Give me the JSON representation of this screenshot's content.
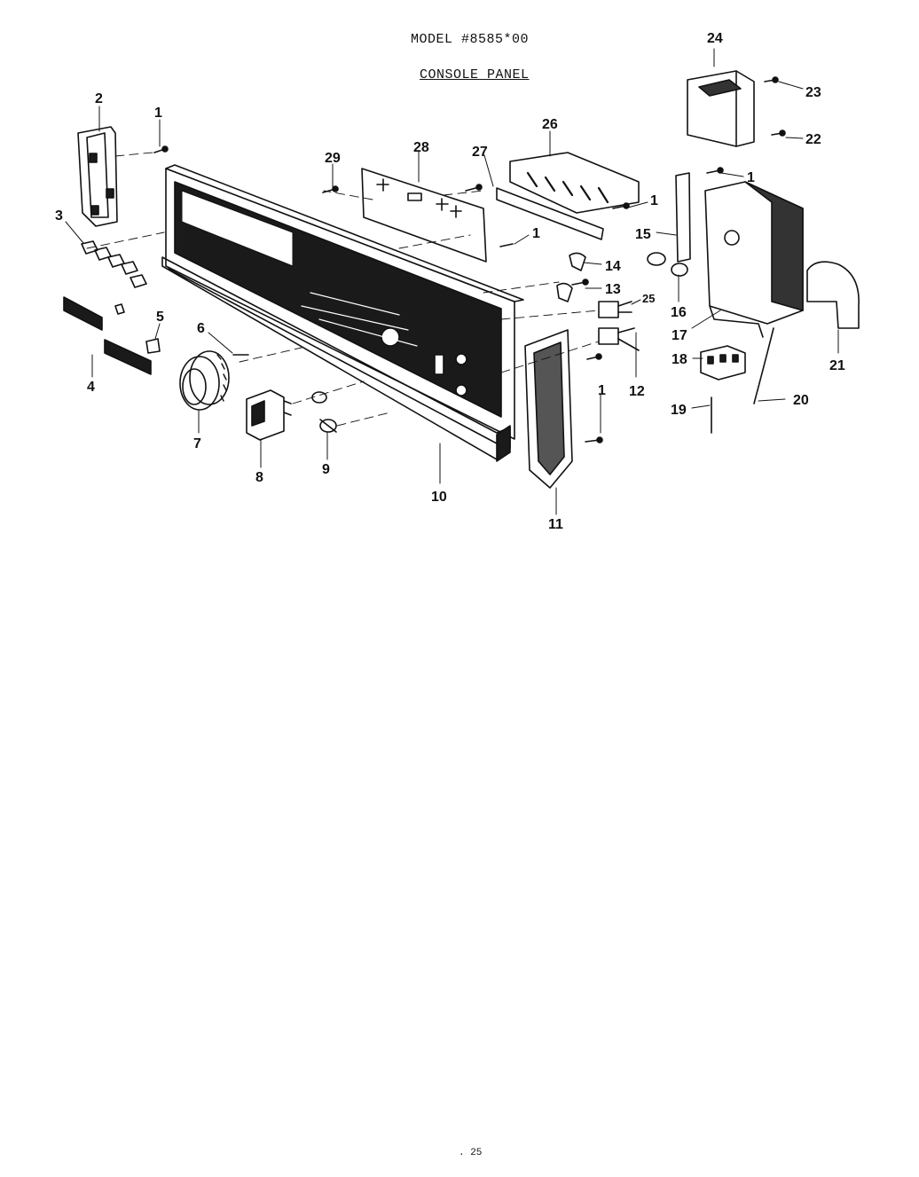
{
  "header": {
    "model": "MODEL #8585*00",
    "section": "CONSOLE PANEL"
  },
  "page_number": ". 25",
  "callouts": {
    "c1a": "1",
    "c1b": "1",
    "c1c": "1",
    "c1d": "1",
    "c1e": "1",
    "c2": "2",
    "c3": "3",
    "c4": "4",
    "c5": "5",
    "c6": "6",
    "c7": "7",
    "c8": "8",
    "c9": "9",
    "c10": "10",
    "c11": "11",
    "c12": "12",
    "c13": "13",
    "c14": "14",
    "c15": "15",
    "c16": "16",
    "c17": "17",
    "c18": "18",
    "c19": "19",
    "c20": "20",
    "c21": "21",
    "c22": "22",
    "c23": "23",
    "c24": "24",
    "c25": "25",
    "c26": "26",
    "c27": "27",
    "c28": "28",
    "c29": "29"
  }
}
